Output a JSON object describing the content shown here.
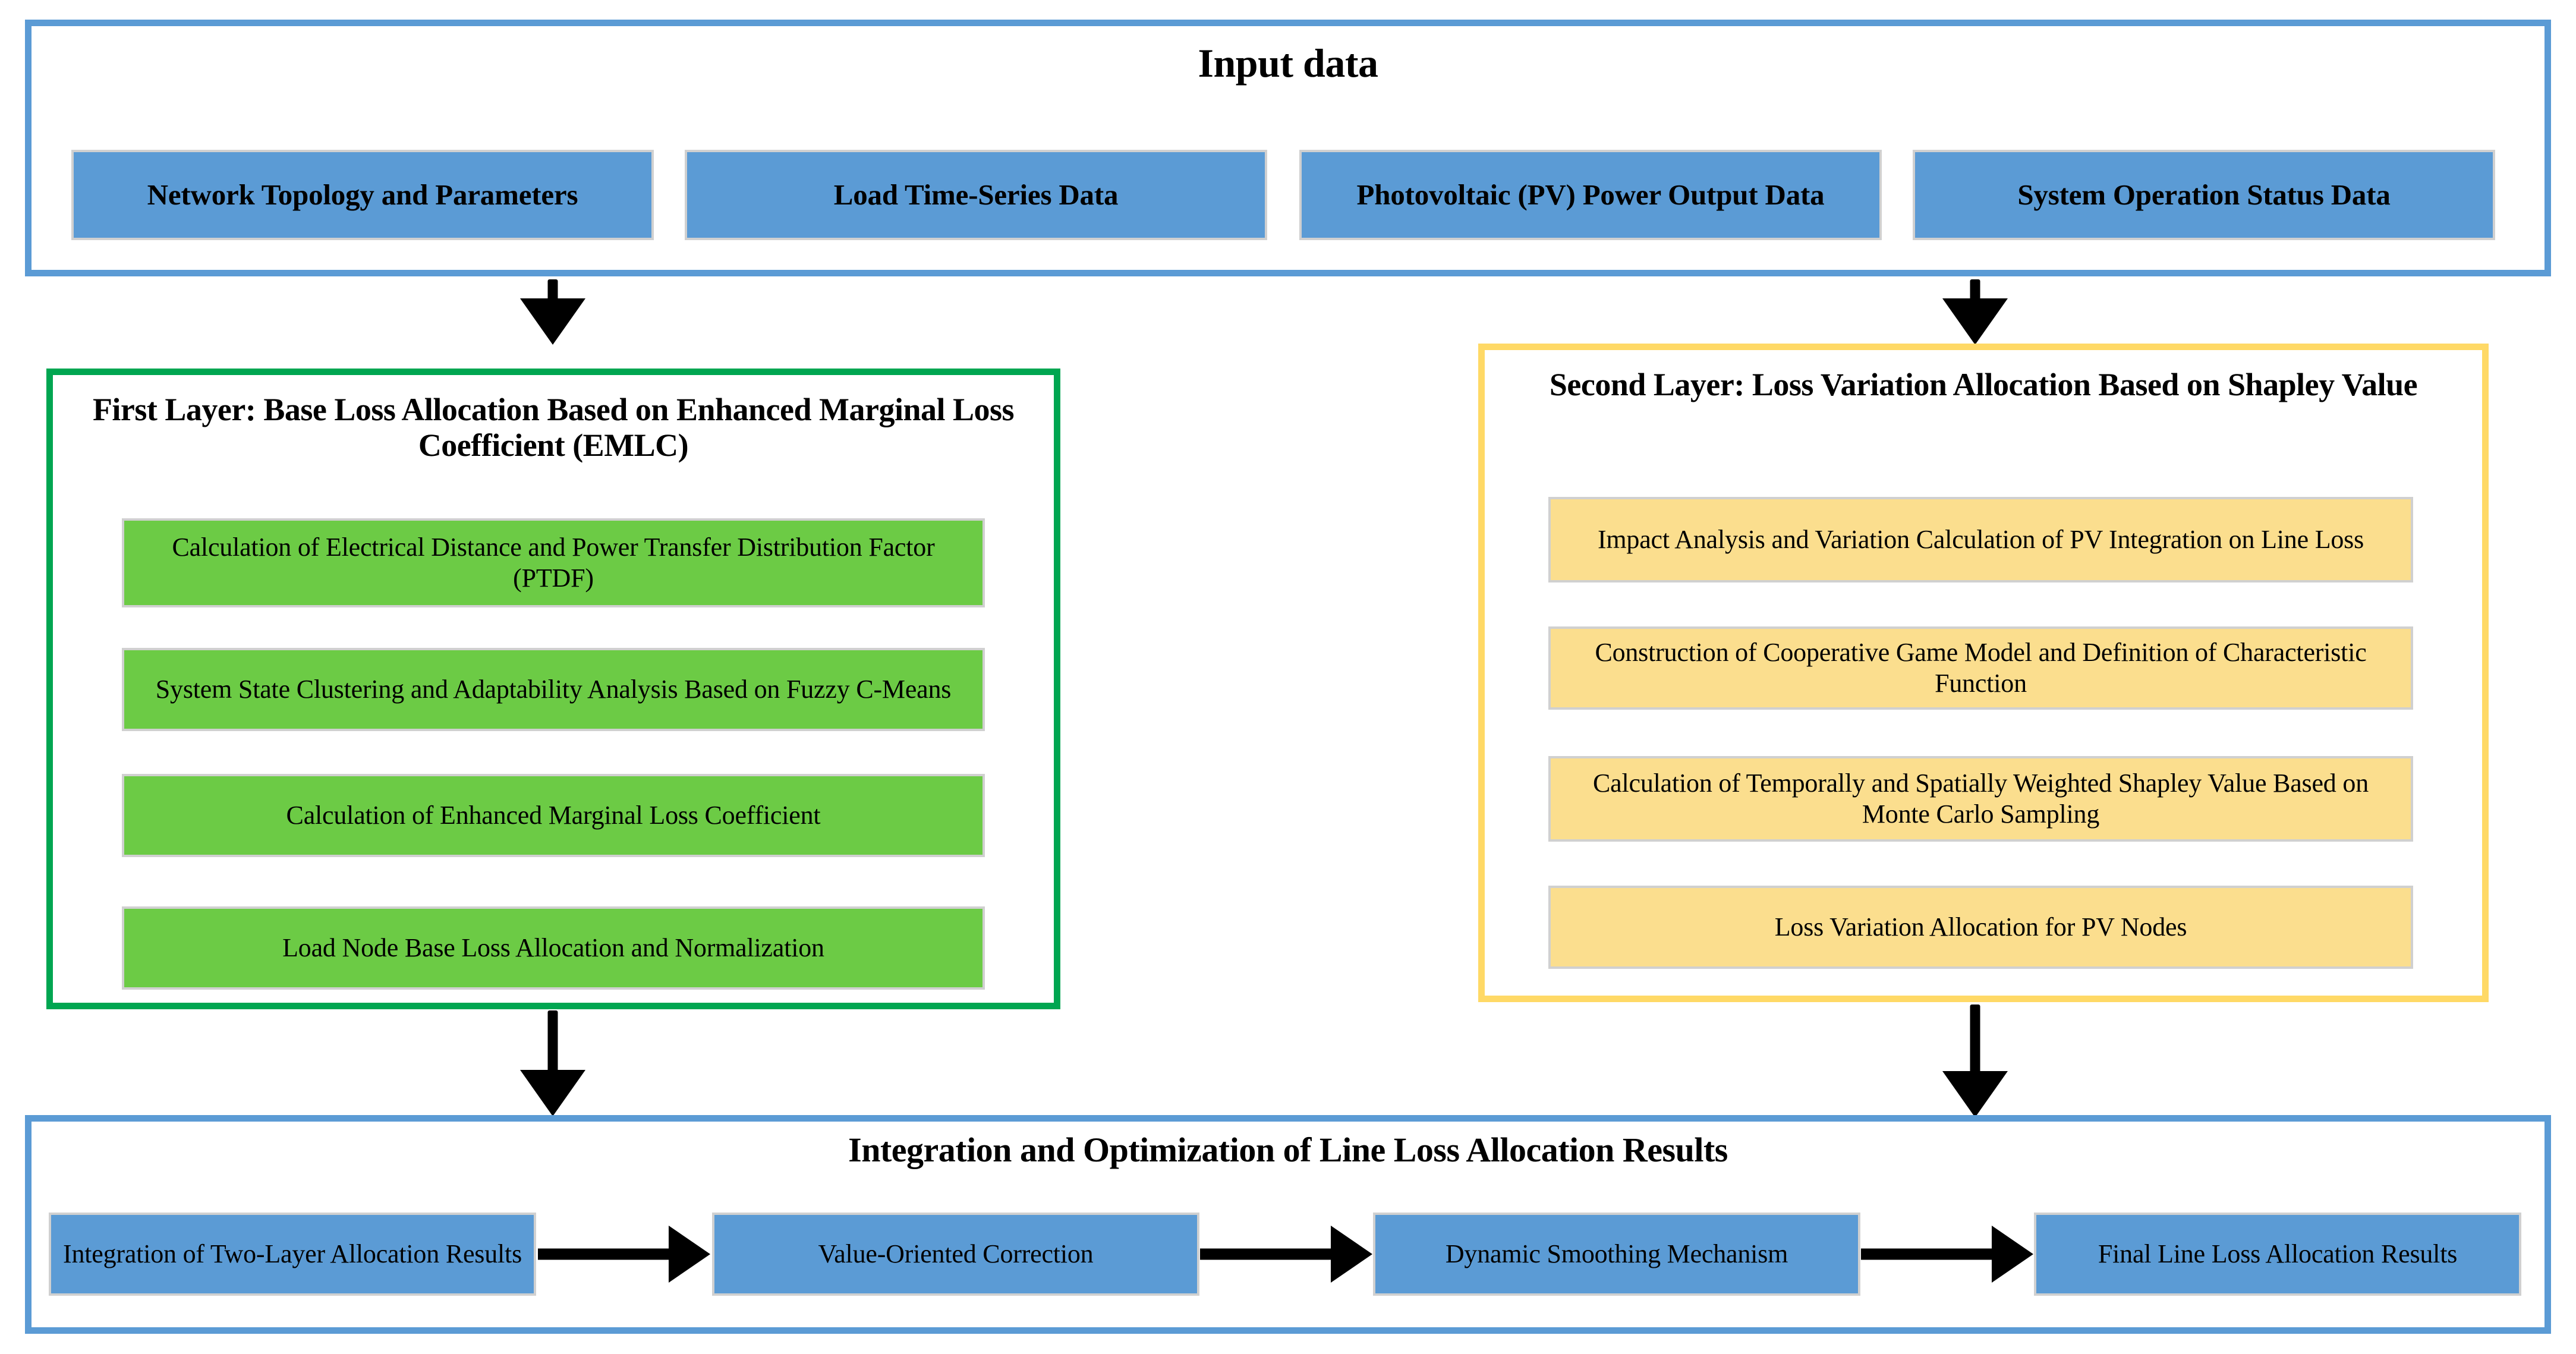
{
  "diagram": {
    "title_implicit": "Two-Layer Line Loss Allocation Framework",
    "colors": {
      "panel_blue_border": "#5B9BD5",
      "panel_green_border": "#00A651",
      "panel_yellow_border": "#FFD966",
      "node_blue_fill": "#5B9BD5",
      "node_green_fill": "#6CCB45",
      "node_yellow_fill": "#FBDE8E",
      "node_border": "#D0D0D0",
      "arrow": "#000000",
      "background": "#FFFFFF"
    }
  },
  "input_section": {
    "title": "Input data",
    "items": [
      {
        "label": "Network Topology and Parameters"
      },
      {
        "label": "Load Time-Series Data"
      },
      {
        "label": "Photovoltaic (PV) Power Output Data"
      },
      {
        "label": "System Operation Status Data"
      }
    ]
  },
  "first_layer": {
    "title": "First Layer: Base Loss Allocation Based on Enhanced Marginal Loss Coefficient (EMLC)",
    "steps": [
      {
        "label": "Calculation of Electrical Distance and Power Transfer Distribution Factor (PTDF)"
      },
      {
        "label": "System State Clustering and Adaptability Analysis Based on Fuzzy C-Means"
      },
      {
        "label": "Calculation of Enhanced Marginal Loss Coefficient"
      },
      {
        "label": "Load Node Base Loss Allocation and Normalization"
      }
    ]
  },
  "second_layer": {
    "title": "Second Layer: Loss Variation Allocation Based on Shapley Value",
    "steps": [
      {
        "label": "Impact Analysis and Variation Calculation of PV Integration on Line Loss"
      },
      {
        "label": "Construction of Cooperative Game Model and Definition of Characteristic Function"
      },
      {
        "label": "Calculation of Temporally and Spatially Weighted Shapley Value Based on Monte Carlo Sampling"
      },
      {
        "label": "Loss Variation Allocation for PV Nodes"
      }
    ]
  },
  "integration_section": {
    "title": "Integration and Optimization of Line Loss Allocation Results",
    "steps": [
      {
        "label": "Integration of Two-Layer Allocation Results"
      },
      {
        "label": "Value-Oriented Correction"
      },
      {
        "label": "Dynamic Smoothing Mechanism"
      },
      {
        "label": "Final Line Loss Allocation Results"
      }
    ]
  },
  "connectors": [
    {
      "name": "input-to-first-layer",
      "direction": "down"
    },
    {
      "name": "input-to-second-layer",
      "direction": "down"
    },
    {
      "name": "first-layer-to-integration",
      "direction": "down"
    },
    {
      "name": "second-layer-to-integration",
      "direction": "down"
    },
    {
      "name": "integration-step1-to-step2",
      "direction": "right"
    },
    {
      "name": "integration-step2-to-step3",
      "direction": "right"
    },
    {
      "name": "integration-step3-to-step4",
      "direction": "right"
    }
  ]
}
